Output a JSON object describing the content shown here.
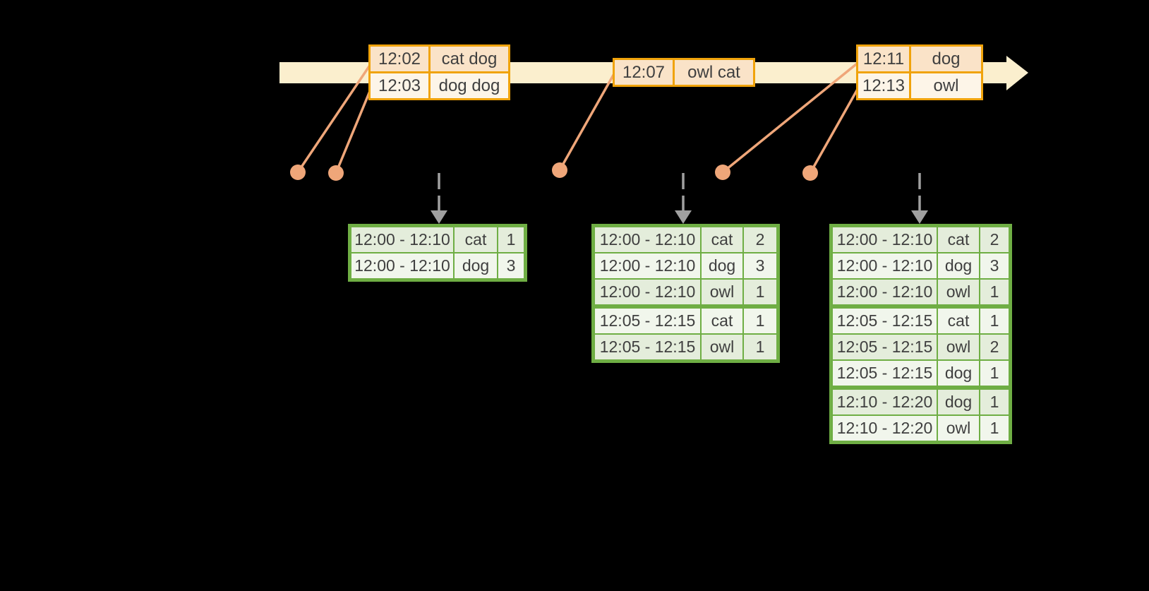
{
  "colors": {
    "background": "#000000",
    "band": "#FBEFCE",
    "event-border": "#F0A30B",
    "event-row-a": "#FAE3C8",
    "event-row-b": "#FDF5E8",
    "connector": "#EFA679",
    "trigger-arrow": "#A0A0A0",
    "result-border": "#6FAE44",
    "result-row-a": "#E4EDDB",
    "result-row-b": "#F1F6EC",
    "text": "#3F3F3F"
  },
  "icons": {
    "timeline-arrow": "right-pointing cream arrow",
    "trigger-arrow": "gray dashed down arrow",
    "event-dot": "salmon filled circle"
  },
  "event_tables": [
    {
      "rows": [
        {
          "time": "12:02",
          "words": "cat dog"
        },
        {
          "time": "12:03",
          "words": "dog dog"
        }
      ]
    },
    {
      "rows": [
        {
          "time": "12:07",
          "words": "owl cat"
        }
      ]
    },
    {
      "rows": [
        {
          "time": "12:11",
          "words": "dog"
        },
        {
          "time": "12:13",
          "words": "owl"
        }
      ]
    }
  ],
  "result_tables": [
    {
      "rows": [
        {
          "window": "12:00 - 12:10",
          "word": "cat",
          "count": "1"
        },
        {
          "window": "12:00 - 12:10",
          "word": "dog",
          "count": "3"
        }
      ]
    },
    {
      "rows": [
        {
          "window": "12:00 - 12:10",
          "word": "cat",
          "count": "2"
        },
        {
          "window": "12:00 - 12:10",
          "word": "dog",
          "count": "3"
        },
        {
          "window": "12:00 - 12:10",
          "word": "owl",
          "count": "1"
        },
        {
          "window": "12:05 - 12:15",
          "word": "cat",
          "count": "1"
        },
        {
          "window": "12:05 - 12:15",
          "word": "owl",
          "count": "1"
        }
      ]
    },
    {
      "rows": [
        {
          "window": "12:00 - 12:10",
          "word": "cat",
          "count": "2"
        },
        {
          "window": "12:00 - 12:10",
          "word": "dog",
          "count": "3"
        },
        {
          "window": "12:00 - 12:10",
          "word": "owl",
          "count": "1"
        },
        {
          "window": "12:05 - 12:15",
          "word": "cat",
          "count": "1"
        },
        {
          "window": "12:05 - 12:15",
          "word": "owl",
          "count": "2"
        },
        {
          "window": "12:05 - 12:15",
          "word": "dog",
          "count": "1"
        },
        {
          "window": "12:10 - 12:20",
          "word": "dog",
          "count": "1"
        },
        {
          "window": "12:10 - 12:20",
          "word": "owl",
          "count": "1"
        }
      ]
    }
  ]
}
